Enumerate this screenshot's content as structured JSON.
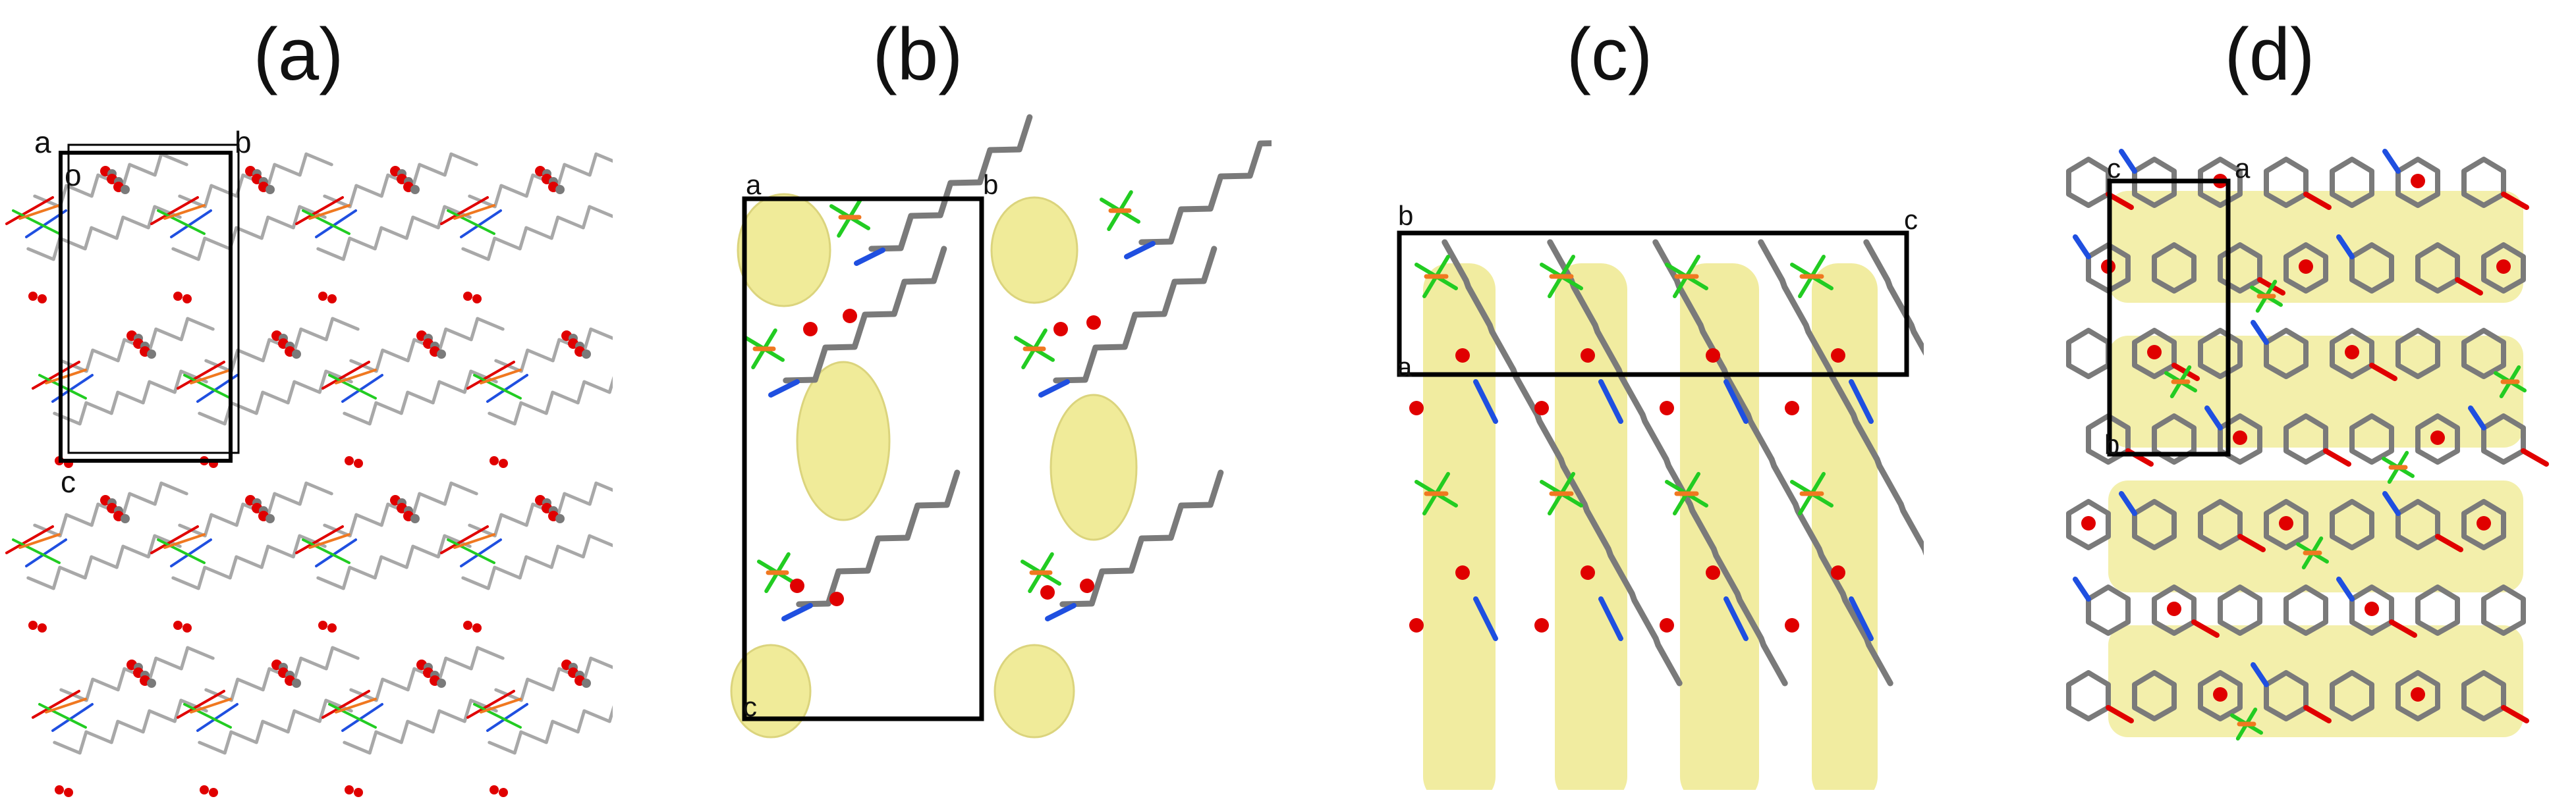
{
  "panels": [
    {
      "id": "a",
      "label": "(a)",
      "axes": {
        "origin": "o",
        "a": "a",
        "b": "b",
        "c": "c"
      }
    },
    {
      "id": "b",
      "label": "(b)",
      "axes": {
        "a": "a",
        "b": "b",
        "c": "c"
      }
    },
    {
      "id": "c",
      "label": "(c)",
      "axes": {
        "a": "a",
        "b": "b",
        "c": "c"
      }
    },
    {
      "id": "d",
      "label": "(d)",
      "axes": {
        "a": "a",
        "b": "b",
        "c": "c"
      }
    }
  ],
  "colors": {
    "carbon": "#7a7a7a",
    "carbon_light": "#a8a8a8",
    "oxygen": "#e00000",
    "nitrogen": "#1f4fe0",
    "phosphorus": "#f07820",
    "fluorine": "#22cc22",
    "void_surface": "#efe98f",
    "cell_edge": "#000000"
  }
}
